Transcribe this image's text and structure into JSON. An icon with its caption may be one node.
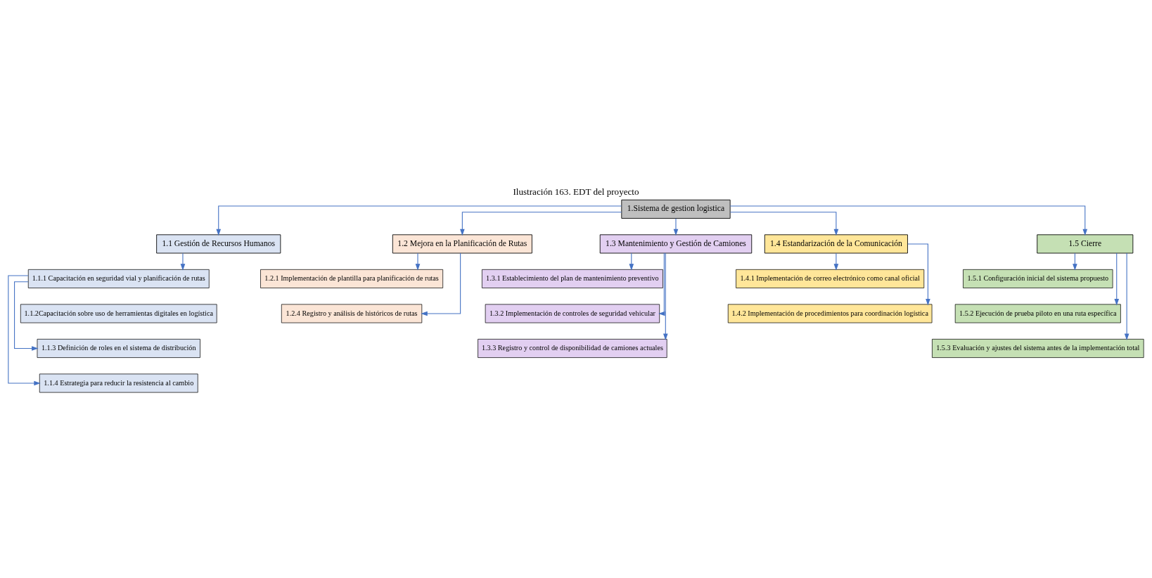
{
  "diagram": {
    "title": "Ilustración 163. EDT del proyecto",
    "nodes": [
      {
        "text": [
          "1.Sistema de gestion logistica"
        ]
      },
      {
        "text": [
          "1.1 Gestión de Recursos Humanos"
        ]
      },
      {
        "text": [
          "1.2 Mejora en la Planificación de Rutas"
        ]
      },
      {
        "text": [
          "1.3 Mantenimiento y Gestión de Camiones"
        ]
      },
      {
        "text": [
          "1.4 Estandarización de la Comunicación"
        ]
      },
      {
        "text": [
          "1.5 Cierre"
        ]
      },
      {
        "text": [
          "1.1.1 Capacitación en seguridad vial y planificación de rutas"
        ]
      },
      {
        "text": [
          "1.1.2Capacitación sobre uso de herramientas digitales en logística"
        ]
      },
      {
        "text": [
          "1.1.3 Definición de roles en el sistema de distribución"
        ]
      },
      {
        "text": [
          "1.1.4 Estrategia para reducir la resistencia al cambio"
        ]
      },
      {
        "text": [
          "1.2.1 Implementación de plantilla para planificación de rutas"
        ]
      },
      {
        "text": [
          "1.2.4 Registro y análisis de históricos de rutas"
        ]
      },
      {
        "text": [
          "1.3.1 Establecimiento del plan de mantenimiento preventivo"
        ]
      },
      {
        "text": [
          "1.3.2 Implementación de controles de seguridad vehicular"
        ]
      },
      {
        "text": [
          "1.3.3 Registro y control de disponibilidad de camiones actuales"
        ]
      },
      {
        "text": [
          "1.4.1 Implementación de correo electrónico como canal oficial"
        ]
      },
      {
        "text": [
          "1.4.2 Implementación de procedimientos para coordinación logística"
        ]
      },
      {
        "text": [
          "1.5.1 Configuración inicial del sistema propuesto"
        ]
      },
      {
        "text": [
          "1.5.2 Ejecución de prueba piloto en una ruta específica"
        ]
      },
      {
        "text": [
          "1.5.3 Evaluación y ajustes del sistema antes de la implementación total"
        ]
      }
    ],
    "edges": [
      {
        "from": 0,
        "to": 1,
        "arrow": "to"
      },
      {
        "from": 0,
        "to": 2,
        "arrow": "to"
      },
      {
        "from": 0,
        "to": 3,
        "arrow": "to"
      },
      {
        "from": 0,
        "to": 4,
        "arrow": "to"
      },
      {
        "from": 0,
        "to": 5,
        "arrow": "to"
      },
      {
        "from": 1,
        "to": 6,
        "arrow": "to"
      },
      {
        "from": 6,
        "to": 8,
        "arrow": "to"
      },
      {
        "from": 6,
        "to": 9,
        "arrow": "to"
      },
      {
        "from": 2,
        "to": 10,
        "arrow": "to"
      },
      {
        "from": 2,
        "to": 11,
        "arrow": "to"
      },
      {
        "from": 3,
        "to": 12,
        "arrow": "to"
      },
      {
        "from": 3,
        "to": 13,
        "arrow": "to"
      },
      {
        "from": 3,
        "to": 14,
        "arrow": "to"
      },
      {
        "from": 4,
        "to": 15,
        "arrow": "to"
      },
      {
        "from": 4,
        "to": 16,
        "arrow": "to"
      },
      {
        "from": 5,
        "to": 17,
        "arrow": "to"
      },
      {
        "from": 5,
        "to": 18,
        "arrow": "to"
      },
      {
        "from": 5,
        "to": 19,
        "arrow": "to"
      }
    ]
  }
}
